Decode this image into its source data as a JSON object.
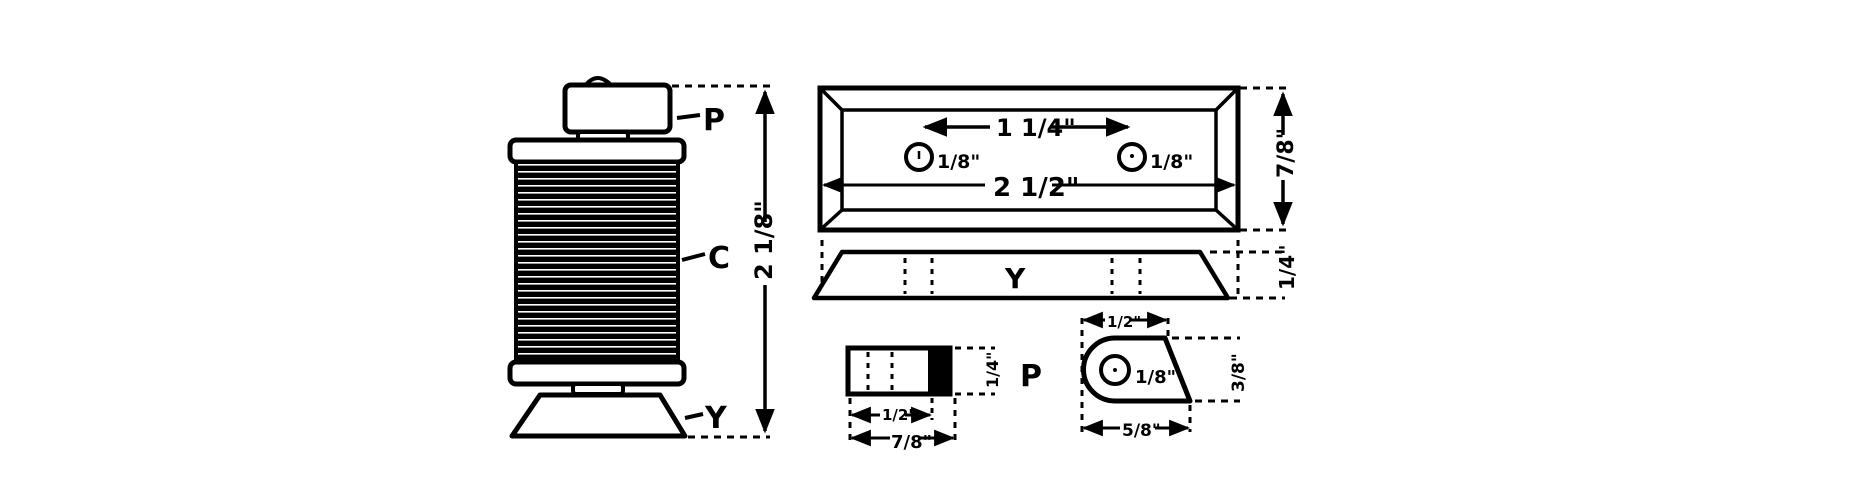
{
  "figure": {
    "description": "Mechanical drawing of a wire spool (coil) with pulley and base, with dimensioned detail views",
    "spool_view": {
      "labels": {
        "pulley": "P",
        "coil": "C",
        "base": "Y"
      },
      "height_dimension": "2 1/8\""
    },
    "base_top_view": {
      "hole_spacing": "1 1/4\"",
      "hole_left_diameter": "1/8\"",
      "hole_right_diameter": "1/8\"",
      "length": "2 1/2\"",
      "width": "7/8\""
    },
    "base_front_view": {
      "label": "Y",
      "thickness": "1/4\""
    },
    "pulley_side_view": {
      "label": "P",
      "inner_width": "1/2\"",
      "outer_width": "7/8\"",
      "height": "1/4\""
    },
    "base_end_view": {
      "top_width": "1/2\"",
      "hole_diameter": "1/8\"",
      "bottom_width": "5/8\"",
      "height": "3/8\""
    },
    "colors": {
      "ink": "#000000",
      "paper": "#ffffff"
    }
  }
}
